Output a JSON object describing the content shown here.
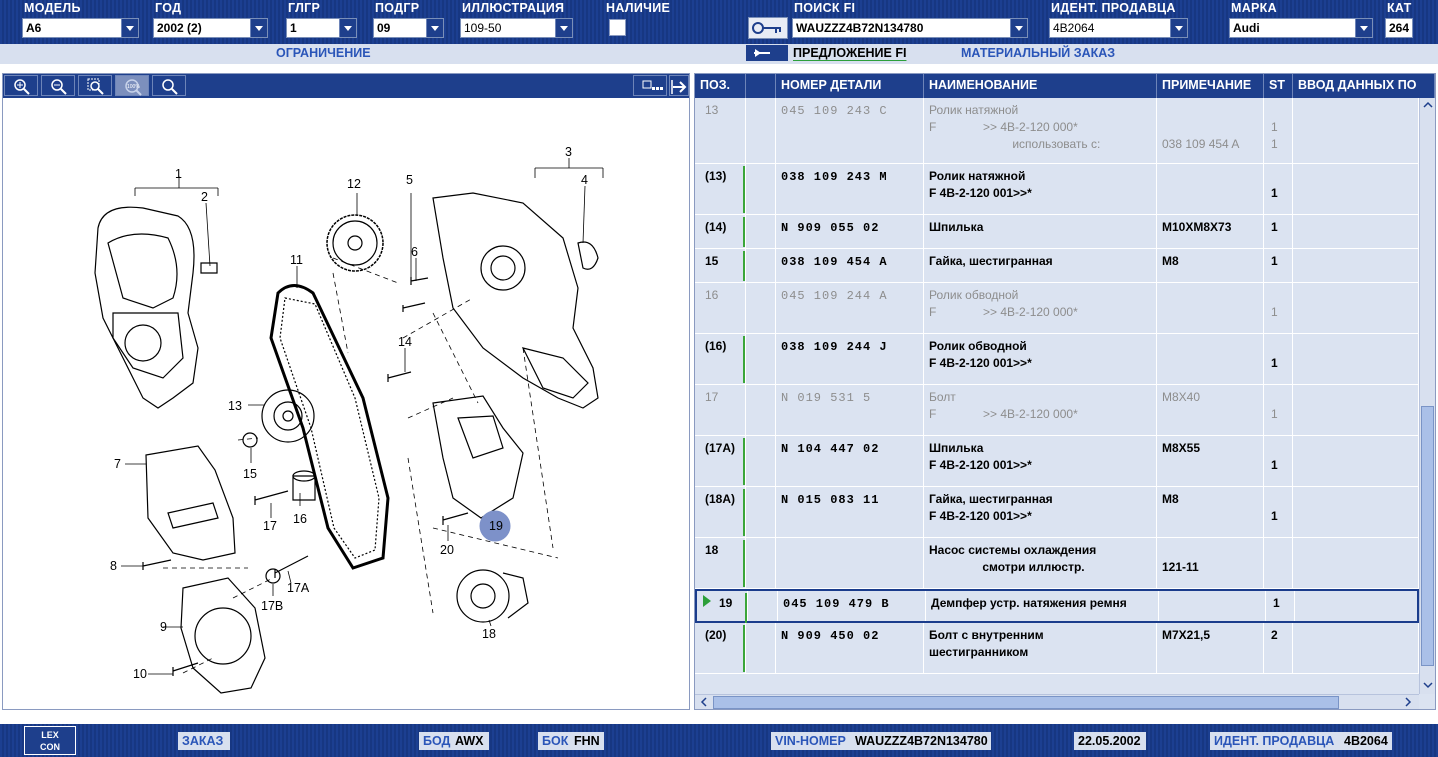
{
  "header": {
    "fields": [
      {
        "label": "МОДЕЛЬ",
        "value": "A6"
      },
      {
        "label": "ГОД",
        "value": "2002 (2)"
      },
      {
        "label": "ГЛГР",
        "value": "1"
      },
      {
        "label": "ПОДГР",
        "value": "09"
      },
      {
        "label": "ИЛЛЮСТРАЦИЯ",
        "value": "109-50"
      },
      {
        "label": "НАЛИЧИЕ",
        "value": ""
      },
      {
        "label": "ПОИСК FI",
        "value": "WAUZZZ4B72N134780"
      },
      {
        "label": "ИДЕНТ. ПРОДАВЦА",
        "value": "4B2064"
      },
      {
        "label": "МАРКА",
        "value": "Audi"
      },
      {
        "label": "КАТ",
        "value": "264"
      }
    ]
  },
  "subnav": {
    "restriction": "ОГРАНИЧЕНИЕ",
    "offer": "ПРЕДЛОЖЕНИЕ FI",
    "material_order": "МАТЕРИАЛЬНЫЙ ЗАКАЗ"
  },
  "toolbar": {
    "zoom_label": "100%"
  },
  "illustration": {
    "callouts": [
      "1",
      "2",
      "3",
      "4",
      "5",
      "6",
      "7",
      "8",
      "9",
      "10",
      "11",
      "12",
      "13",
      "14",
      "15",
      "16",
      "17",
      "17A",
      "17B",
      "18",
      "19",
      "20"
    ],
    "highlighted": "19"
  },
  "table": {
    "columns": [
      "ПОЗ.",
      "",
      "НОМЕР ДЕТАЛИ",
      "НАИМЕНОВАНИЕ",
      "ПРИМЕЧАНИЕ",
      "ST",
      "ВВОД ДАННЫХ ПО"
    ],
    "rows": [
      {
        "pos": "13",
        "part": "045  109  243  C",
        "name": [
          "Ролик натяжной",
          "F              >> 4B-2-120 000*",
          "                         использовать с:"
        ],
        "note": [
          "",
          "",
          "038 109 454 A"
        ],
        "st": [
          "",
          "1",
          "1"
        ],
        "state": "dim"
      },
      {
        "pos": "(13)",
        "part": "038  109  243  M",
        "name": [
          "Ролик натяжной",
          "F 4B-2-120 001>>*"
        ],
        "note": [
          ""
        ],
        "st": [
          "",
          "1"
        ],
        "state": "bold"
      },
      {
        "pos": "(14)",
        "part": "N    909  055  02",
        "name": [
          "Шпилька"
        ],
        "note": [
          "M10XM8X73"
        ],
        "st": [
          "1"
        ],
        "state": "bold"
      },
      {
        "pos": "15",
        "part": "038  109  454  A",
        "name": [
          "Гайка, шестигранная"
        ],
        "note": [
          "M8"
        ],
        "st": [
          "1"
        ],
        "state": "bold"
      },
      {
        "pos": "16",
        "part": "045  109  244  A",
        "name": [
          "Ролик обводной",
          "F              >> 4B-2-120 000*"
        ],
        "note": [
          ""
        ],
        "st": [
          "",
          "1"
        ],
        "state": "dim"
      },
      {
        "pos": "(16)",
        "part": "038  109  244  J",
        "name": [
          "Ролик обводной",
          "F 4B-2-120 001>>*"
        ],
        "note": [
          ""
        ],
        "st": [
          "",
          "1"
        ],
        "state": "bold"
      },
      {
        "pos": "17",
        "part": "N    019  531  5",
        "name": [
          "Болт",
          "F              >> 4B-2-120 000*"
        ],
        "note": [
          "M8X40"
        ],
        "st": [
          "",
          "1"
        ],
        "state": "dim"
      },
      {
        "pos": "(17A)",
        "part": "N    104  447  02",
        "name": [
          "Шпилька",
          "F 4B-2-120 001>>*"
        ],
        "note": [
          "M8X55"
        ],
        "st": [
          "",
          "1"
        ],
        "state": "bold"
      },
      {
        "pos": "(18A)",
        "part": "N    015  083  11",
        "name": [
          "Гайка, шестигранная",
          "F 4B-2-120 001>>*"
        ],
        "note": [
          "M8"
        ],
        "st": [
          "",
          "1"
        ],
        "state": "bold"
      },
      {
        "pos": "18",
        "part": "",
        "name": [
          "Насос системы охлаждения",
          "                смотри иллюстр."
        ],
        "note": [
          "",
          "121-11"
        ],
        "st": [
          ""
        ],
        "state": "bold"
      },
      {
        "pos": "19",
        "part": "045  109  479  B",
        "name": [
          "Демпфер устр. натяжения ремня"
        ],
        "note": [
          ""
        ],
        "st": [
          "1"
        ],
        "state": "selected"
      },
      {
        "pos": "(20)",
        "part": "N    909  450  02",
        "name": [
          "Болт с внутренним",
          "шестигранником"
        ],
        "note": [
          "M7X21,5"
        ],
        "st": [
          "2"
        ],
        "state": "bold"
      }
    ]
  },
  "footer": {
    "order_label": "ЗАКАЗ",
    "bod_label": "БОД",
    "bod_value": "AWX",
    "bok_label": "БОК",
    "bok_value": "FHN",
    "vin_label": "VIN-НОМЕР",
    "vin_value": "WAUZZZ4B72N134780",
    "date": "22.05.2002",
    "seller_label": "ИДЕНТ. ПРОДАВЦА",
    "seller_value": "4B2064",
    "logo_top": "LEX",
    "logo_bottom": "CON"
  }
}
